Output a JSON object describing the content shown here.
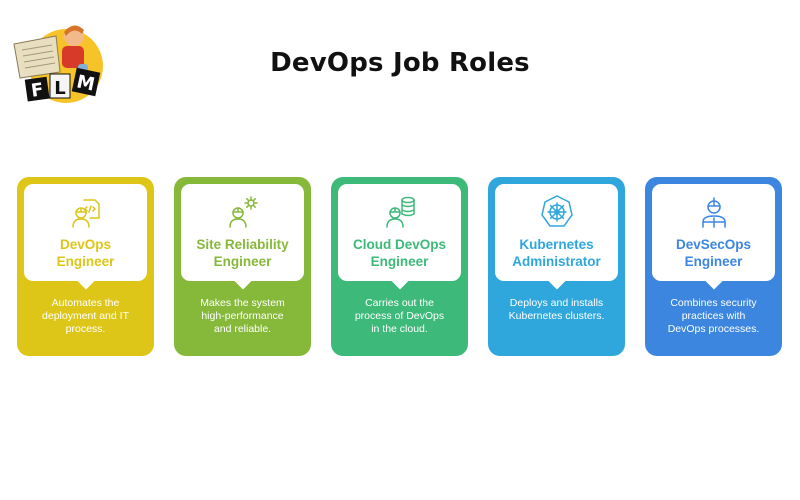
{
  "header": {
    "logo_text": "FLM",
    "title": "DevOps Job Roles"
  },
  "colors": {
    "yellow": "#DDC617",
    "green": "#86B83A",
    "teal": "#3DB97A",
    "blue": "#30A7DC",
    "royal": "#3C86E0"
  },
  "cards": [
    {
      "title_line1": "DevOps",
      "title_line2": "Engineer",
      "desc_line1": "Automates the",
      "desc_line2": "deployment and IT",
      "desc_line3": "process.",
      "icon": "engineer-code-icon",
      "color": "#DDC617"
    },
    {
      "title_line1": "Site Reliability",
      "title_line2": "Engineer",
      "desc_line1": "Makes the system",
      "desc_line2": "high-performance",
      "desc_line3": "and reliable.",
      "icon": "engineer-gear-icon",
      "color": "#86B83A"
    },
    {
      "title_line1": "Cloud DevOps",
      "title_line2": "Engineer",
      "desc_line1": "Carries out the",
      "desc_line2": "process of DevOps",
      "desc_line3": "in the cloud.",
      "icon": "engineer-database-icon",
      "color": "#3DB97A"
    },
    {
      "title_line1": "Kubernetes",
      "title_line2": "Administrator",
      "desc_line1": "Deploys and installs",
      "desc_line2": "Kubernetes clusters.",
      "desc_line3": "",
      "icon": "kubernetes-helm-icon",
      "color": "#30A7DC"
    },
    {
      "title_line1": "DevSecOps",
      "title_line2": "Engineer",
      "desc_line1": "Combines security",
      "desc_line2": "practices with",
      "desc_line3": "DevOps processes.",
      "icon": "engineer-security-icon",
      "color": "#3C86E0"
    }
  ]
}
